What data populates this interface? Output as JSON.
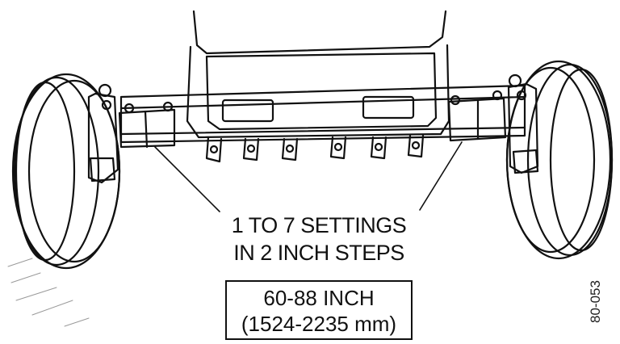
{
  "callout": {
    "line1": "1 TO 7 SETTINGS",
    "line2": "IN 2 INCH STEPS"
  },
  "range": {
    "inch": "60-88 INCH",
    "metric": "(1524-2235 mm)"
  },
  "figure_id": "80-053"
}
